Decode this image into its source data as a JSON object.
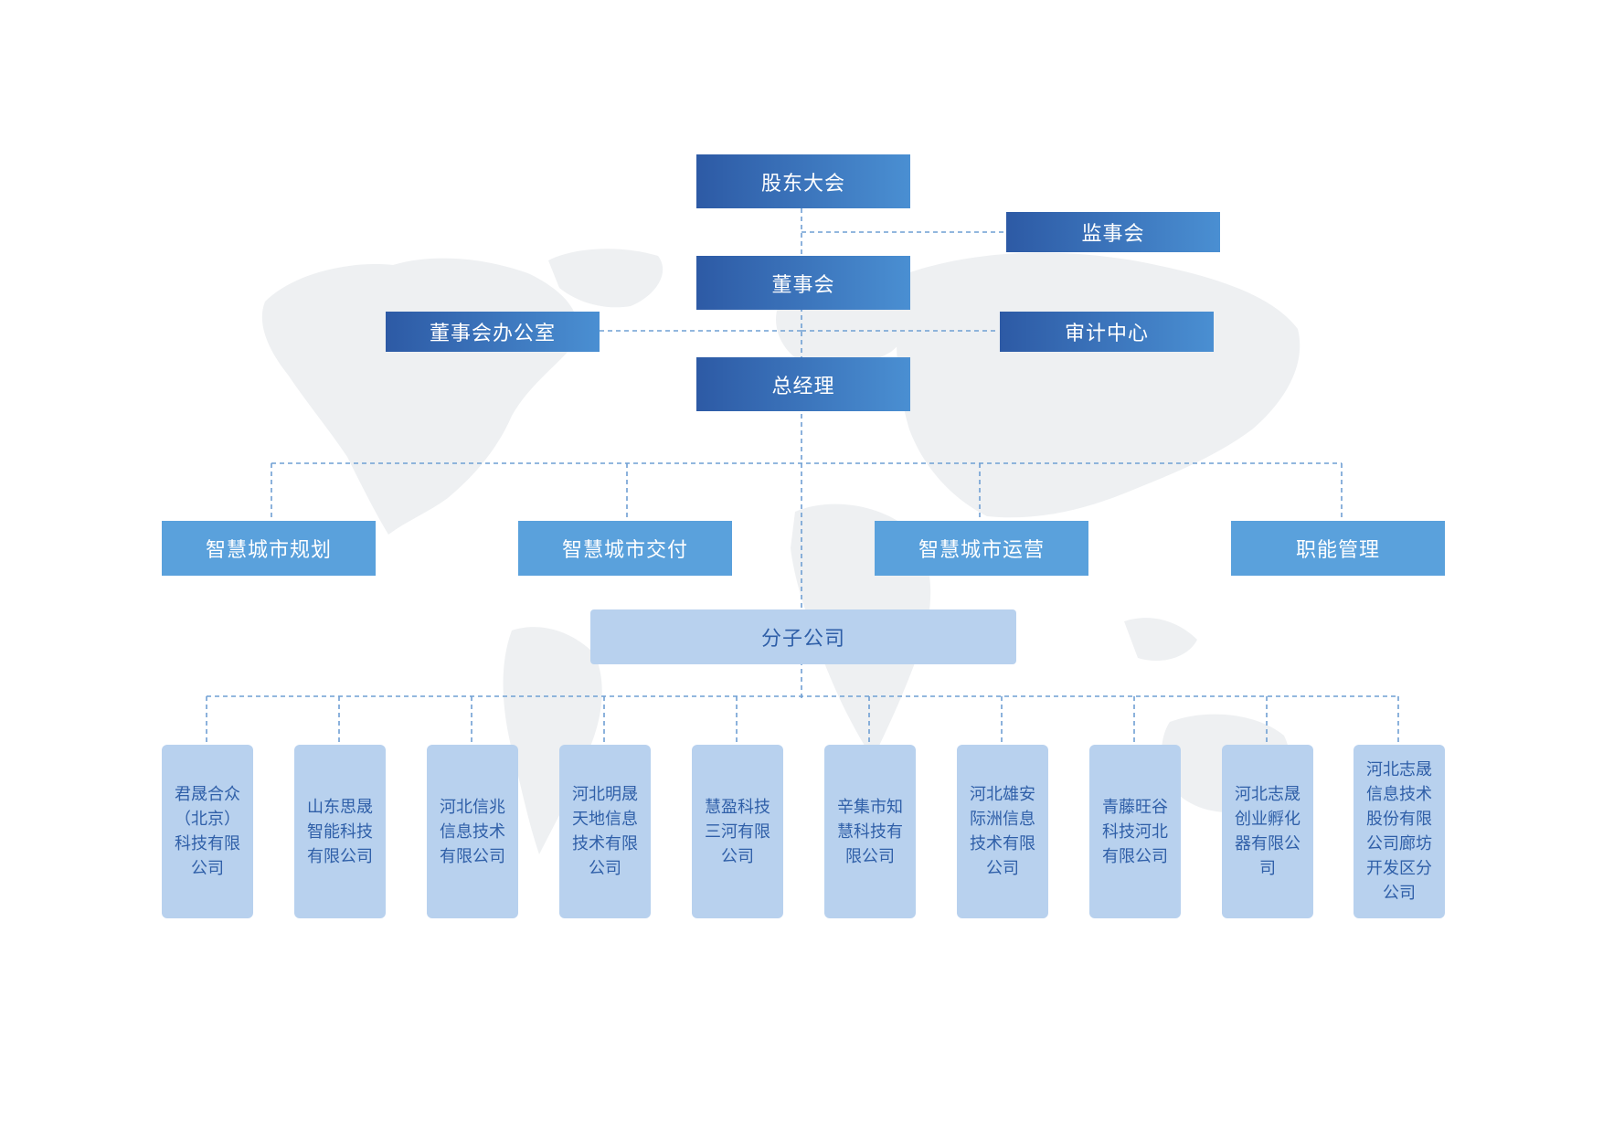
{
  "top": {
    "shareholders": "股东大会",
    "supervisors": "监事会",
    "board": "董事会",
    "board_office": "董事会办公室",
    "audit_center": "审计中心",
    "general_manager": "总经理"
  },
  "departments": [
    {
      "label": "智慧城市规划"
    },
    {
      "label": "智慧城市交付"
    },
    {
      "label": "智慧城市运营"
    },
    {
      "label": "职能管理"
    }
  ],
  "branch_group": {
    "label": "分子公司"
  },
  "subsidiaries": [
    {
      "label": "君晟合众（北京）科技有限公司"
    },
    {
      "label": "山东思晟智能科技有限公司"
    },
    {
      "label": "河北信兆信息技术有限公司"
    },
    {
      "label": "河北明晟天地信息技术有限公司"
    },
    {
      "label": "慧盈科技三河有限公司"
    },
    {
      "label": "辛集市知慧科技有限公司"
    },
    {
      "label": "河北雄安际洲信息技术有限公司"
    },
    {
      "label": "青藤旺谷科技河北有限公司"
    },
    {
      "label": "河北志晟创业孵化器有限公司"
    },
    {
      "label": "河北志晟信息技术股份有限公司廊坊开发区分公司"
    }
  ],
  "colors": {
    "dark_gradient_start": "#2d5aa5",
    "dark_gradient_end": "#4a8fd2",
    "department_blue": "#5aa1dc",
    "light_blue": "#b8d1ee",
    "light_text": "#2f5fa8",
    "connector": "#6f9fd3",
    "map_gray": "#eef0f2"
  },
  "background": {
    "icon": "world-map"
  }
}
